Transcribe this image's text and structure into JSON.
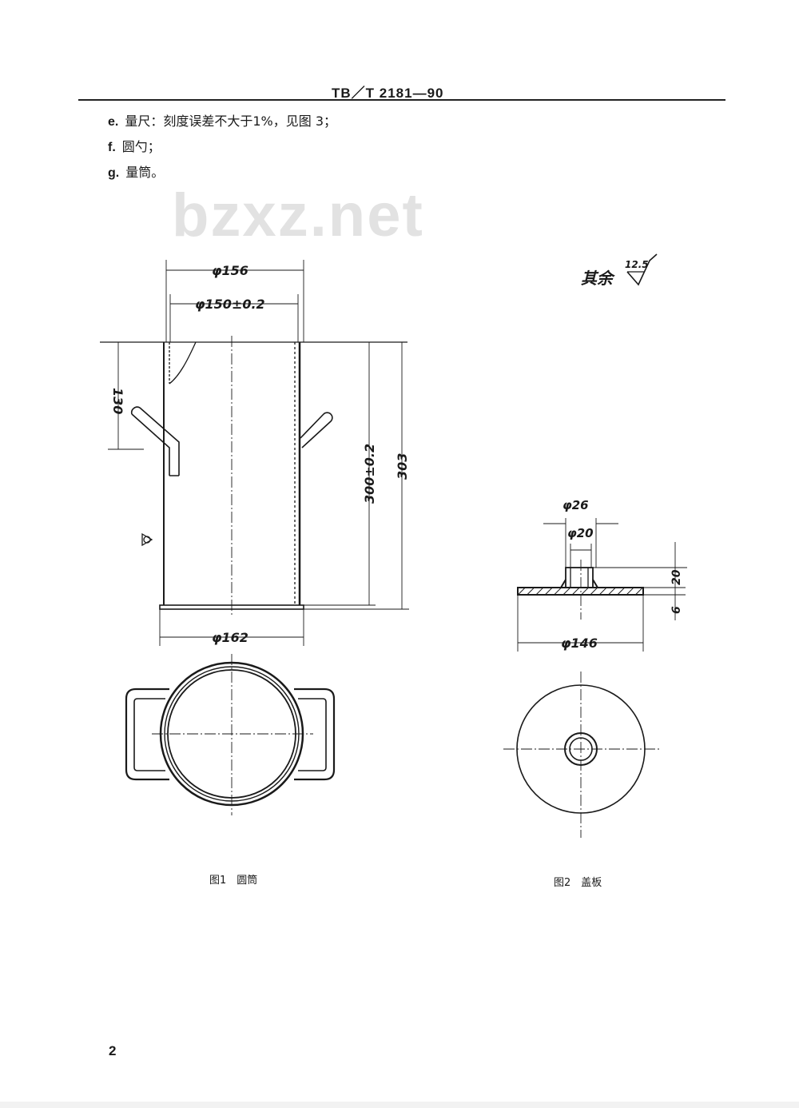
{
  "header": {
    "standard_code": "TB／T 2181—90"
  },
  "watermark": "bzxz.net",
  "items": [
    {
      "marker": "e.",
      "text": "量尺：刻度误差不大于1%，见图 3；"
    },
    {
      "marker": "f.",
      "text": "圆勺；"
    },
    {
      "marker": "g.",
      "text": "量筒。"
    }
  ],
  "roughness": {
    "label": "其余",
    "value": "12.5"
  },
  "figure1": {
    "caption": "图1　圆筒",
    "dims": {
      "d156": "φ156",
      "d150": "φ150±0.2",
      "h130": "130",
      "h300": "300±0.2",
      "h303": "303",
      "d162": "φ162"
    }
  },
  "figure2": {
    "caption": "图2　盖板",
    "dims": {
      "d26": "φ26",
      "d20": "φ20",
      "h20": "20",
      "t6": "6",
      "d146": "φ146"
    }
  },
  "page_number": "2"
}
